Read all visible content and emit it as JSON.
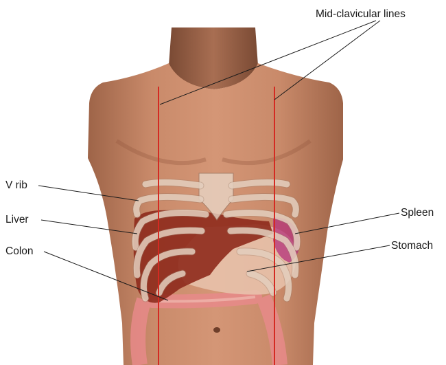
{
  "labels": {
    "mid_clavicular": "Mid-clavicular lines",
    "v_rib": "V rib",
    "liver": "Liver",
    "colon": "Colon",
    "spleen": "Spleen",
    "stomach": "Stomach"
  },
  "colors": {
    "background": "#ffffff",
    "skin": "#c98a6a",
    "skin_shadow": "#a86a4c",
    "liver": "#8e2a1c",
    "stomach": "#e9c4ae",
    "spleen": "#b4307a",
    "colon": "#e88a8a",
    "ribs": "#e8d4c4",
    "guide_lines": "#d42a22",
    "label_text": "#1a1a1a"
  }
}
